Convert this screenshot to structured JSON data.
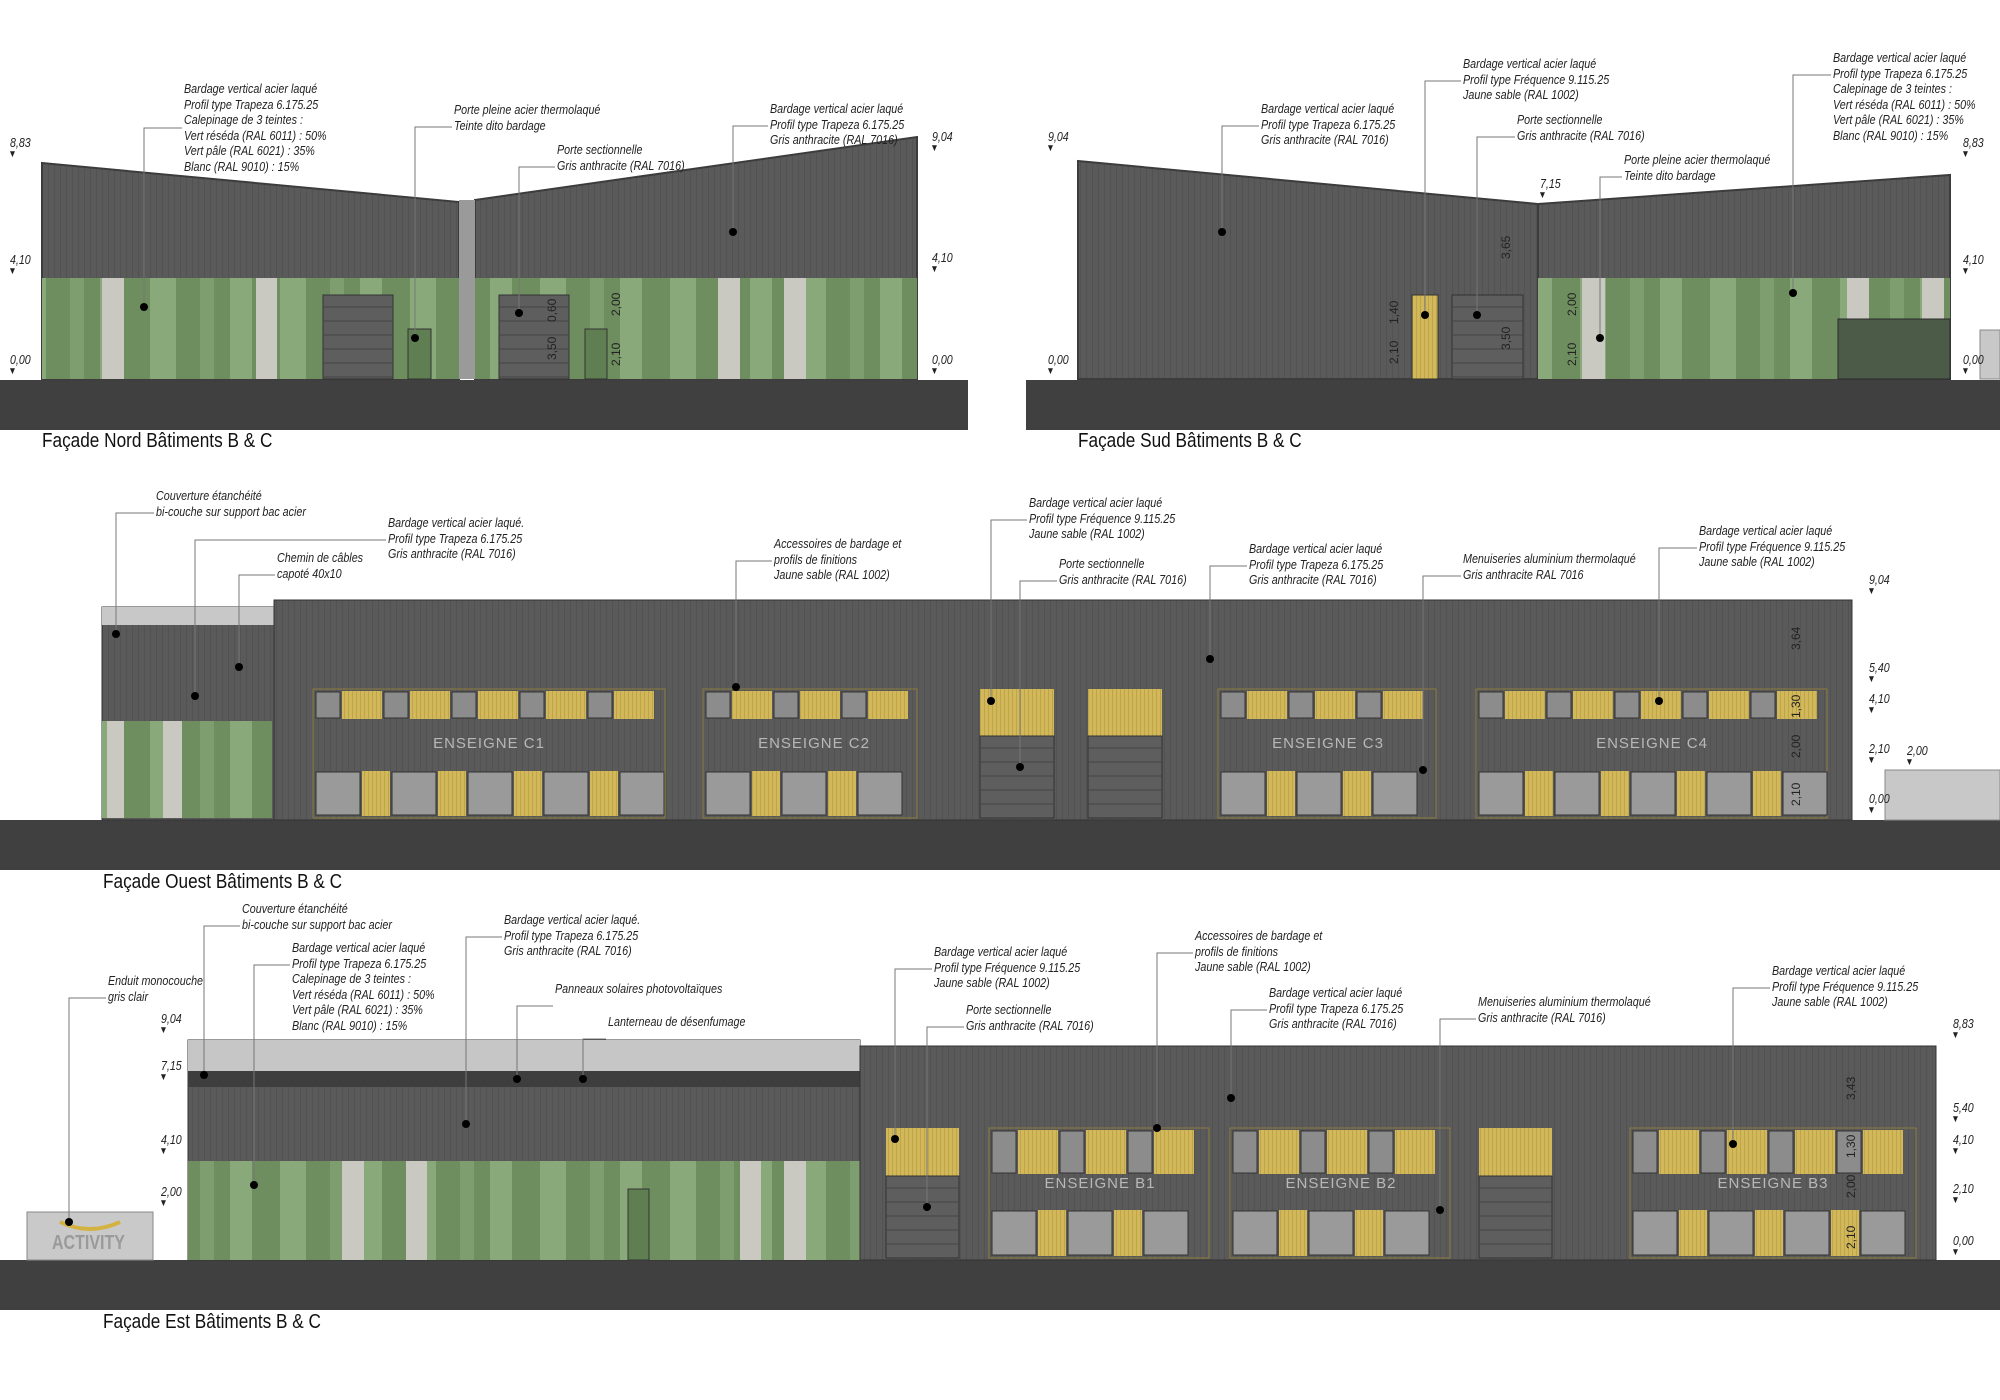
{
  "colors": {
    "anthracite": "#585858",
    "ground": "#404040",
    "green_dark": "#6e8e5f",
    "green_light": "#8aa97b",
    "white_stripe": "#c9c9c2",
    "yellow": "#d2b85a",
    "window": "#8c8c8c"
  },
  "nord": {
    "title": "Façade Nord Bâtiments B & C",
    "notes": [
      "Bardage vertical acier laqué\nProfil type Trapeza 6.175.25\nCalepinage de 3 teintes :\nVert réséda (RAL 6011) : 50%\nVert pâle (RAL 6021) : 35%\nBlanc (RAL 9010) : 15%",
      "Porte pleine acier thermolaqué\nTeinte dito bardage",
      "Porte sectionnelle\nGris anthracite (RAL 7016)",
      "Bardage vertical acier laqué\nProfil type Trapeza 6.175.25\nGris anthracite (RAL 7016)"
    ],
    "levels": [
      "8,83",
      "4,10",
      "0,00",
      "9,04",
      "4,10",
      "0,00"
    ],
    "dims": [
      "0,60",
      "3,50",
      "2,00",
      "2,10"
    ]
  },
  "sud": {
    "title": "Façade Sud Bâtiments B & C",
    "notes": [
      "Bardage vertical acier laqué\nProfil type Trapeza 6.175.25\nGris anthracite (RAL 7016)",
      "Bardage vertical acier laqué\nProfil type Fréquence 9.115.25\nJaune sable (RAL 1002)",
      "Porte sectionnelle\nGris anthracite (RAL 7016)",
      "Porte pleine acier thermolaqué\nTeinte dito bardage",
      "Bardage vertical acier laqué\nProfil type Trapeza 6.175.25\nCalepinage de 3 teintes :\nVert réséda (RAL 6011) : 50%\nVert pâle (RAL 6021) : 35%\nBlanc (RAL 9010) : 15%"
    ],
    "levels": [
      "9,04",
      "0,00",
      "7,15",
      "8,83",
      "4,10",
      "0,00"
    ],
    "dims": [
      "3,65",
      "1,40",
      "2,10",
      "3,50",
      "2,00",
      "2,10"
    ]
  },
  "ouest": {
    "title": "Façade Ouest Bâtiments B & C",
    "notes": [
      "Couverture étanchéité\nbi-couche sur support bac acier",
      "Bardage vertical acier laqué.\nProfil type Trapeza 6.175.25\nGris anthracite (RAL 7016)",
      "Chemin de câbles\ncapoté 40x10",
      "Accessoires de bardage et\nprofils de finitions\nJaune sable (RAL 1002)",
      "Bardage vertical acier laqué\nProfil type Fréquence 9.115.25\nJaune sable (RAL 1002)",
      "Porte sectionnelle\nGris anthracite (RAL 7016)",
      "Bardage vertical acier laqué\nProfil type Trapeza 6.175.25\nGris anthracite (RAL 7016)",
      "Menuiseries aluminium thermolaqué\nGris anthracite RAL 7016",
      "Bardage vertical acier laqué\nProfil type Fréquence 9.115.25\nJaune sable (RAL 1002)"
    ],
    "levels": [
      "9,04",
      "5,40",
      "4,10",
      "2,10",
      "2,00",
      "0,00"
    ],
    "dims": [
      "3,64",
      "1,30",
      "2,00",
      "2,10"
    ],
    "signs": [
      "ENSEIGNE C1",
      "ENSEIGNE C2",
      "ENSEIGNE C3",
      "ENSEIGNE C4"
    ]
  },
  "est": {
    "title": "Façade Est Bâtiments B & C",
    "notes": [
      "Enduit monocouche\ngris clair",
      "Couverture étanchéité\nbi-couche sur support bac acier",
      "Bardage vertical acier laqué\nProfil type Trapeza 6.175.25\nCalepinage de 3 teintes :\nVert réséda (RAL 6011) : 50%\nVert pâle (RAL 6021) : 35%\nBlanc (RAL 9010) : 15%",
      "Bardage vertical acier laqué.\nProfil type Trapeza 6.175.25\nGris anthracite (RAL 7016)",
      "Panneaux solaires photovoltaïques",
      "Lanterneau de désenfumage",
      "Bardage vertical acier laqué\nProfil type Fréquence 9.115.25\nJaune sable (RAL 1002)",
      "Porte sectionnelle\nGris anthracite (RAL 7016)",
      "Accessoires de bardage et\nprofils de finitions\nJaune sable (RAL 1002)",
      "Bardage vertical acier laqué\nProfil type Trapeza 6.175.25\nGris anthracite (RAL 7016)",
      "Menuiseries aluminium thermolaqué\nGris anthracite (RAL 7016)",
      "Bardage vertical acier laqué\nProfil type Fréquence 9.115.25\nJaune sable (RAL 1002)"
    ],
    "levels": [
      "9,04",
      "7,15",
      "4,10",
      "2,00",
      "8,83",
      "5,40",
      "4,10",
      "2,10",
      "0,00"
    ],
    "dims": [
      "3,43",
      "1,30",
      "2,00",
      "2,10"
    ],
    "signs": [
      "ENSEIGNE B1",
      "ENSEIGNE B2",
      "ENSEIGNE B3"
    ],
    "logo": "ACTIVITY"
  }
}
